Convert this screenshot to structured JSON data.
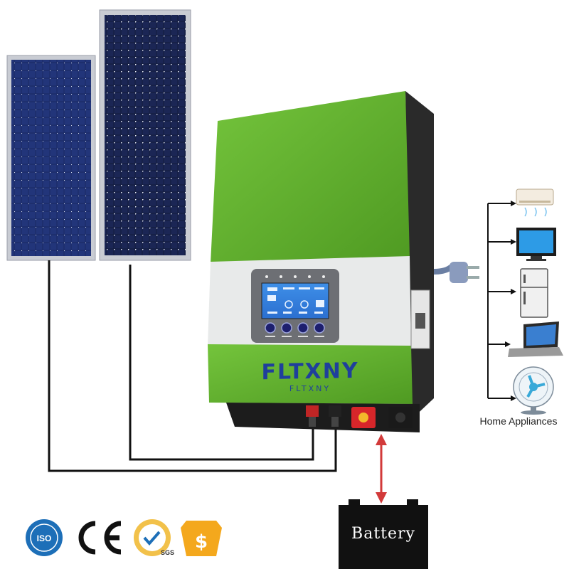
{
  "brand": {
    "name": "FLTXNY",
    "subtitle": "FLTXNY"
  },
  "battery": {
    "label": "Battery"
  },
  "appliances": {
    "label": "Home Appliances"
  },
  "colors": {
    "inverter_green": "#62b22f",
    "panel_blue": "#1b2c63",
    "battery_black": "#111111",
    "arrow_red": "#d23a3a",
    "brand_blue": "#1f3f9c"
  },
  "icons": [
    "solar-panel",
    "solar-panel",
    "inverter",
    "battery",
    "power-plug",
    "air-conditioner",
    "tv",
    "refrigerator",
    "laptop",
    "fan",
    "iso-badge",
    "ce-mark",
    "sgs-badge",
    "dollar-badge"
  ]
}
